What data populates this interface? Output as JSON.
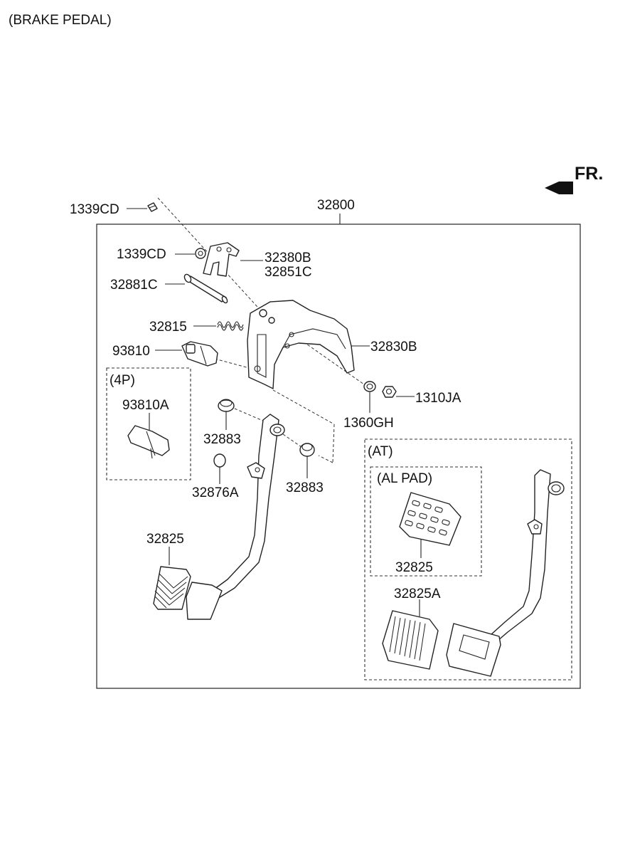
{
  "diagram": {
    "title": "(BRAKE PEDAL)",
    "front_marker": "FR.",
    "assembly_label": "32800",
    "groups": {
      "four_p": "(4P)",
      "at": "(AT)",
      "al_pad": "(AL PAD)"
    },
    "parts": {
      "bolt_top": "1339CD",
      "nut_bracket": "1339CD",
      "bracket_a": "32380B",
      "bracket_b": "32851C",
      "pin": "32881C",
      "spring": "32815",
      "switch": "93810",
      "switch_4p": "93810A",
      "bushing_upper": "32883",
      "bushing_lower": "32883",
      "stopper": "32876A",
      "pad_manual": "32825",
      "pad_al": "32825",
      "pad_at": "32825A",
      "member": "32830B",
      "nut_main": "1310JA",
      "washer": "1360GH"
    }
  }
}
